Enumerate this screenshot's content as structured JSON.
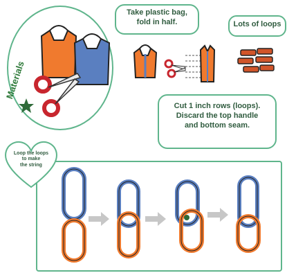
{
  "materials": {
    "label": "Materials",
    "icons": [
      "plastic-bag-icon",
      "plastic-bag-icon",
      "scissors-icon",
      "star-icon"
    ]
  },
  "step1": {
    "text_line1": "Take plastic bag,",
    "text_line2": "fold in half."
  },
  "step2": {
    "text": "Lots of loops"
  },
  "step3": {
    "text_line1": "Cut 1 inch rows (loops).",
    "text_line2": "Discard the top handle",
    "text_line3": "and bottom seam."
  },
  "heart": {
    "text_line1": "Loop the loops",
    "text_line2": "to make",
    "text_line3": "the string"
  },
  "footer": {
    "credit": ""
  },
  "colors": {
    "bubble_border": "#5fb58c",
    "bag_orange": "#f07a2e",
    "bag_blue": "#5a7fc0",
    "scissor_red": "#c8262e",
    "loop_brick": "#d1552a",
    "arrow_gray": "#c7c7c7"
  }
}
